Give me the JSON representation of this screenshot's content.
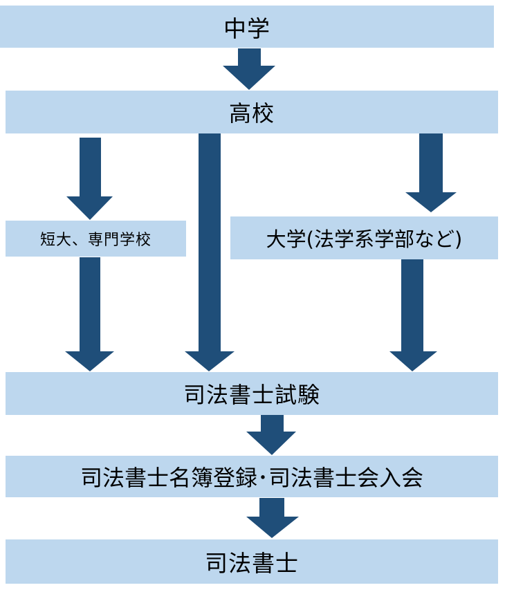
{
  "colors": {
    "box_fill": "#bdd7ee",
    "arrow_fill": "#1f4e79",
    "text": "#000000"
  },
  "nodes": {
    "junior_high": "中学",
    "high_school": "高校",
    "junior_college": "短大、専門学校",
    "university": "大学(法学系学部など)",
    "exam": "司法書士試験",
    "registration": "司法書士名簿登録･司法書士会入会",
    "scrivener": "司法書士"
  }
}
